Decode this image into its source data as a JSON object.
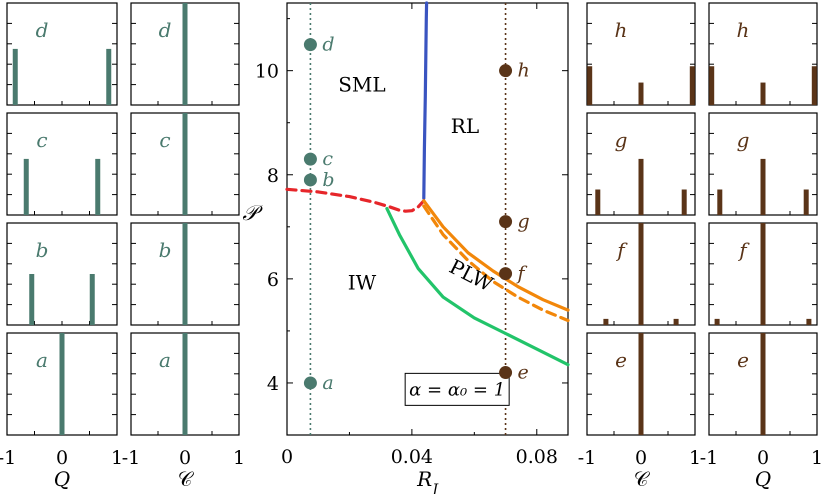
{
  "colors": {
    "teal": "#4a7a6e",
    "brown": "#5a3418",
    "blue": "#3a54c0",
    "red": "#e6262a",
    "orange": "#f2870a",
    "green": "#22c46a",
    "axis": "#000000"
  },
  "chart_data": [
    {
      "type": "scatter",
      "title": "",
      "xlabel": "R_J",
      "ylabel": "𝒫",
      "xlim": [
        0,
        0.09
      ],
      "ylim": [
        3,
        11.3
      ],
      "x_ticks": [
        0,
        0.04,
        0.08
      ],
      "x_tick_labels": [
        "0",
        "0.04",
        "0.08"
      ],
      "y_ticks": [
        4,
        6,
        8,
        10
      ],
      "y_tick_labels": [
        "4",
        "6",
        "8",
        "10"
      ],
      "grid": false,
      "region_labels": [
        {
          "text": "SML",
          "x": 0.024,
          "y": 9.6
        },
        {
          "text": "RL",
          "x": 0.057,
          "y": 8.8
        },
        {
          "text": "IW",
          "x": 0.024,
          "y": 5.8
        },
        {
          "text": "PLW",
          "x": 0.058,
          "y": 5.95
        }
      ],
      "annotation": "α = α₀ = 1",
      "points": [
        {
          "label": "a",
          "x": 0.0075,
          "y": 4.0,
          "color": "teal"
        },
        {
          "label": "b",
          "x": 0.0075,
          "y": 7.9,
          "color": "teal"
        },
        {
          "label": "c",
          "x": 0.0075,
          "y": 8.3,
          "color": "teal"
        },
        {
          "label": "d",
          "x": 0.0075,
          "y": 10.5,
          "color": "teal"
        },
        {
          "label": "e",
          "x": 0.07,
          "y": 4.2,
          "color": "brown"
        },
        {
          "label": "f",
          "x": 0.07,
          "y": 6.1,
          "color": "brown"
        },
        {
          "label": "g",
          "x": 0.07,
          "y": 7.1,
          "color": "brown"
        },
        {
          "label": "h",
          "x": 0.07,
          "y": 10.0,
          "color": "brown"
        }
      ],
      "vertical_dotted_lines": [
        {
          "x": 0.0075,
          "color": "teal"
        },
        {
          "x": 0.07,
          "color": "brown"
        }
      ],
      "curves": [
        {
          "color": "blue",
          "style": "solid",
          "x": [
            0.0438,
            0.044,
            0.0443,
            0.0445,
            0.0446,
            0.0447
          ],
          "y": [
            7.55,
            8.5,
            9.5,
            10.4,
            11.0,
            11.3
          ]
        },
        {
          "color": "red",
          "style": "dashed",
          "x": [
            0,
            0.01,
            0.02,
            0.028,
            0.033,
            0.036,
            0.038,
            0.04,
            0.042,
            0.0438
          ],
          "y": [
            7.72,
            7.67,
            7.58,
            7.47,
            7.38,
            7.32,
            7.3,
            7.31,
            7.38,
            7.5
          ]
        },
        {
          "color": "orange",
          "style": "solid",
          "x": [
            0.0438,
            0.05,
            0.058,
            0.066,
            0.074,
            0.082,
            0.09
          ],
          "y": [
            7.5,
            7.0,
            6.5,
            6.15,
            5.85,
            5.6,
            5.4
          ]
        },
        {
          "color": "orange",
          "style": "dashed",
          "x": [
            0.0438,
            0.05,
            0.058,
            0.066,
            0.074,
            0.082,
            0.09
          ],
          "y": [
            7.4,
            6.85,
            6.35,
            5.95,
            5.65,
            5.4,
            5.2
          ]
        },
        {
          "color": "green",
          "style": "solid",
          "x": [
            0.032,
            0.036,
            0.042,
            0.05,
            0.06,
            0.07,
            0.08,
            0.09
          ],
          "y": [
            7.35,
            6.85,
            6.2,
            5.65,
            5.25,
            4.95,
            4.65,
            4.35
          ]
        }
      ]
    },
    {
      "type": "bar",
      "xlabel": "Q",
      "color": "teal",
      "x_tick_labels": [
        "-1",
        "0",
        "1"
      ],
      "panels": [
        {
          "label": "d",
          "bars": [
            {
              "x": -0.85,
              "v": 0.55
            },
            {
              "x": 0.85,
              "v": 0.55
            }
          ]
        },
        {
          "label": "c",
          "bars": [
            {
              "x": -0.65,
              "v": 0.55
            },
            {
              "x": 0.65,
              "v": 0.55
            }
          ]
        },
        {
          "label": "b",
          "bars": [
            {
              "x": -0.55,
              "v": 0.5
            },
            {
              "x": 0.55,
              "v": 0.5
            }
          ]
        },
        {
          "label": "a",
          "bars": [
            {
              "x": 0.0,
              "v": 1.0
            }
          ]
        }
      ]
    },
    {
      "type": "bar",
      "xlabel": "𝒞",
      "color": "teal",
      "x_tick_labels": [
        "-1",
        "0",
        "1"
      ],
      "panels": [
        {
          "label": "d",
          "bars": [
            {
              "x": 0.0,
              "v": 1.0
            }
          ]
        },
        {
          "label": "c",
          "bars": [
            {
              "x": 0.0,
              "v": 1.0
            }
          ]
        },
        {
          "label": "b",
          "bars": [
            {
              "x": 0.0,
              "v": 1.0
            }
          ]
        },
        {
          "label": "a",
          "bars": [
            {
              "x": 0.0,
              "v": 1.0
            }
          ]
        }
      ]
    },
    {
      "type": "bar",
      "xlabel": "𝒞",
      "color": "brown",
      "x_tick_labels": [
        "-1",
        "0",
        "1"
      ],
      "panels": [
        {
          "label": "h",
          "bars": [
            {
              "x": -0.95,
              "v": 0.38
            },
            {
              "x": 0.0,
              "v": 0.22
            },
            {
              "x": 0.95,
              "v": 0.38
            }
          ]
        },
        {
          "label": "g",
          "bars": [
            {
              "x": -0.8,
              "v": 0.25
            },
            {
              "x": 0.0,
              "v": 0.55
            },
            {
              "x": 0.8,
              "v": 0.25
            }
          ]
        },
        {
          "label": "f",
          "bars": [
            {
              "x": -0.65,
              "v": 0.06
            },
            {
              "x": 0.0,
              "v": 1.0
            },
            {
              "x": 0.65,
              "v": 0.06
            }
          ]
        },
        {
          "label": "e",
          "bars": [
            {
              "x": 0.0,
              "v": 1.0
            }
          ]
        }
      ]
    },
    {
      "type": "bar",
      "xlabel": "Q",
      "color": "brown",
      "x_tick_labels": [
        "-1",
        "0",
        "1"
      ],
      "panels": [
        {
          "label": "h",
          "bars": [
            {
              "x": -0.95,
              "v": 0.38
            },
            {
              "x": 0.0,
              "v": 0.22
            },
            {
              "x": 0.95,
              "v": 0.38
            }
          ]
        },
        {
          "label": "g",
          "bars": [
            {
              "x": -0.8,
              "v": 0.25
            },
            {
              "x": 0.0,
              "v": 0.55
            },
            {
              "x": 0.8,
              "v": 0.25
            }
          ]
        },
        {
          "label": "f",
          "bars": [
            {
              "x": -0.85,
              "v": 0.06
            },
            {
              "x": 0.0,
              "v": 1.0
            },
            {
              "x": 0.85,
              "v": 0.06
            }
          ]
        },
        {
          "label": "e",
          "bars": [
            {
              "x": 0.0,
              "v": 1.0
            }
          ]
        }
      ]
    }
  ]
}
